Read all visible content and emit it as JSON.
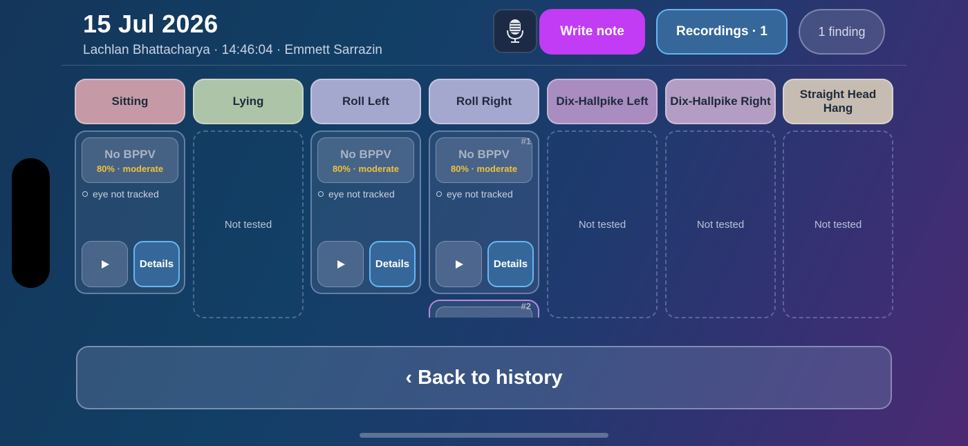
{
  "header": {
    "date": "15 Jul 2026",
    "subtitle": "Lachlan Bhattacharya · 14:46:04 · Emmett Sarrazin"
  },
  "toolbar": {
    "mic_icon": "microphone-icon",
    "write_note_label": "Write note",
    "recordings_label": "Recordings · 1",
    "findings_label": "1 finding"
  },
  "colors": {
    "write_note": "#c23bf5",
    "details": "#35679b",
    "accent_border": "#68b6f0",
    "result_sub": "#f0c23a"
  },
  "positions": [
    {
      "label": "Sitting",
      "color": "#c59aa6"
    },
    {
      "label": "Lying",
      "color": "#adc4a8"
    },
    {
      "label": "Roll Left",
      "color": "#a4a8cf"
    },
    {
      "label": "Roll Right",
      "color": "#a4a8cf"
    },
    {
      "label": "Dix-Hallpike Left",
      "color": "#a98cc0"
    },
    {
      "label": "Dix-Hallpike Right",
      "color": "#b49dc2"
    },
    {
      "label": "Straight Head Hang",
      "color": "#c6bcb1"
    }
  ],
  "cards": {
    "sitting": {
      "result": "No BPPV",
      "detail": "80% · moderate",
      "eye": "eye not tracked",
      "details_label": "Details"
    },
    "lying": {
      "empty": "Not tested"
    },
    "roll_left": {
      "result": "No BPPV",
      "detail": "80% · moderate",
      "eye": "eye not tracked",
      "details_label": "Details"
    },
    "roll_right": {
      "badge": "#1",
      "result": "No BPPV",
      "detail": "80% · moderate",
      "eye": "eye not tracked",
      "details_label": "Details",
      "second_badge": "#2"
    },
    "dix_left": {
      "empty": "Not tested"
    },
    "dix_right": {
      "empty": "Not tested"
    },
    "head_hang": {
      "empty": "Not tested"
    }
  },
  "back": {
    "label": "‹ Back to history"
  }
}
